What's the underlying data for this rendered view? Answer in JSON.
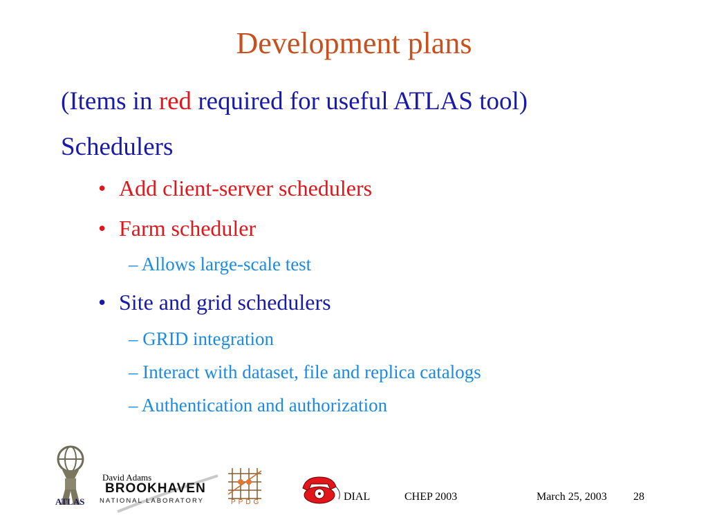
{
  "colors": {
    "title": "#c8501e",
    "blue": "#1a1aa8",
    "red": "#e0161b",
    "sub": "#1a8ae6"
  },
  "slide": {
    "title": "Development plans",
    "note": {
      "prefix": "(Items in ",
      "highlight": "red",
      "suffix": " required for useful ATLAS tool)"
    },
    "heading": "Schedulers",
    "bullet_char": "•",
    "items": [
      {
        "text": "Add client-server schedulers"
      },
      {
        "text": "Farm scheduler"
      },
      {
        "sub": "– Allows large-scale test"
      },
      {
        "text": "Site and grid schedulers"
      },
      {
        "sub": "– GRID integration"
      },
      {
        "sub": "– Interact with dataset, file and replica catalogs"
      },
      {
        "sub": "– Authentication and authorization"
      }
    ]
  },
  "footer": {
    "author": "David Adams",
    "atlas_label": "ATLAS",
    "bnl_line1": "BROOKHAVEN",
    "bnl_line2": "NATIONAL LABORATORY",
    "ppdg": "PPDG",
    "project": "DIAL",
    "conference": "CHEP 2003",
    "date": "March 25, 2003",
    "page": "28"
  }
}
